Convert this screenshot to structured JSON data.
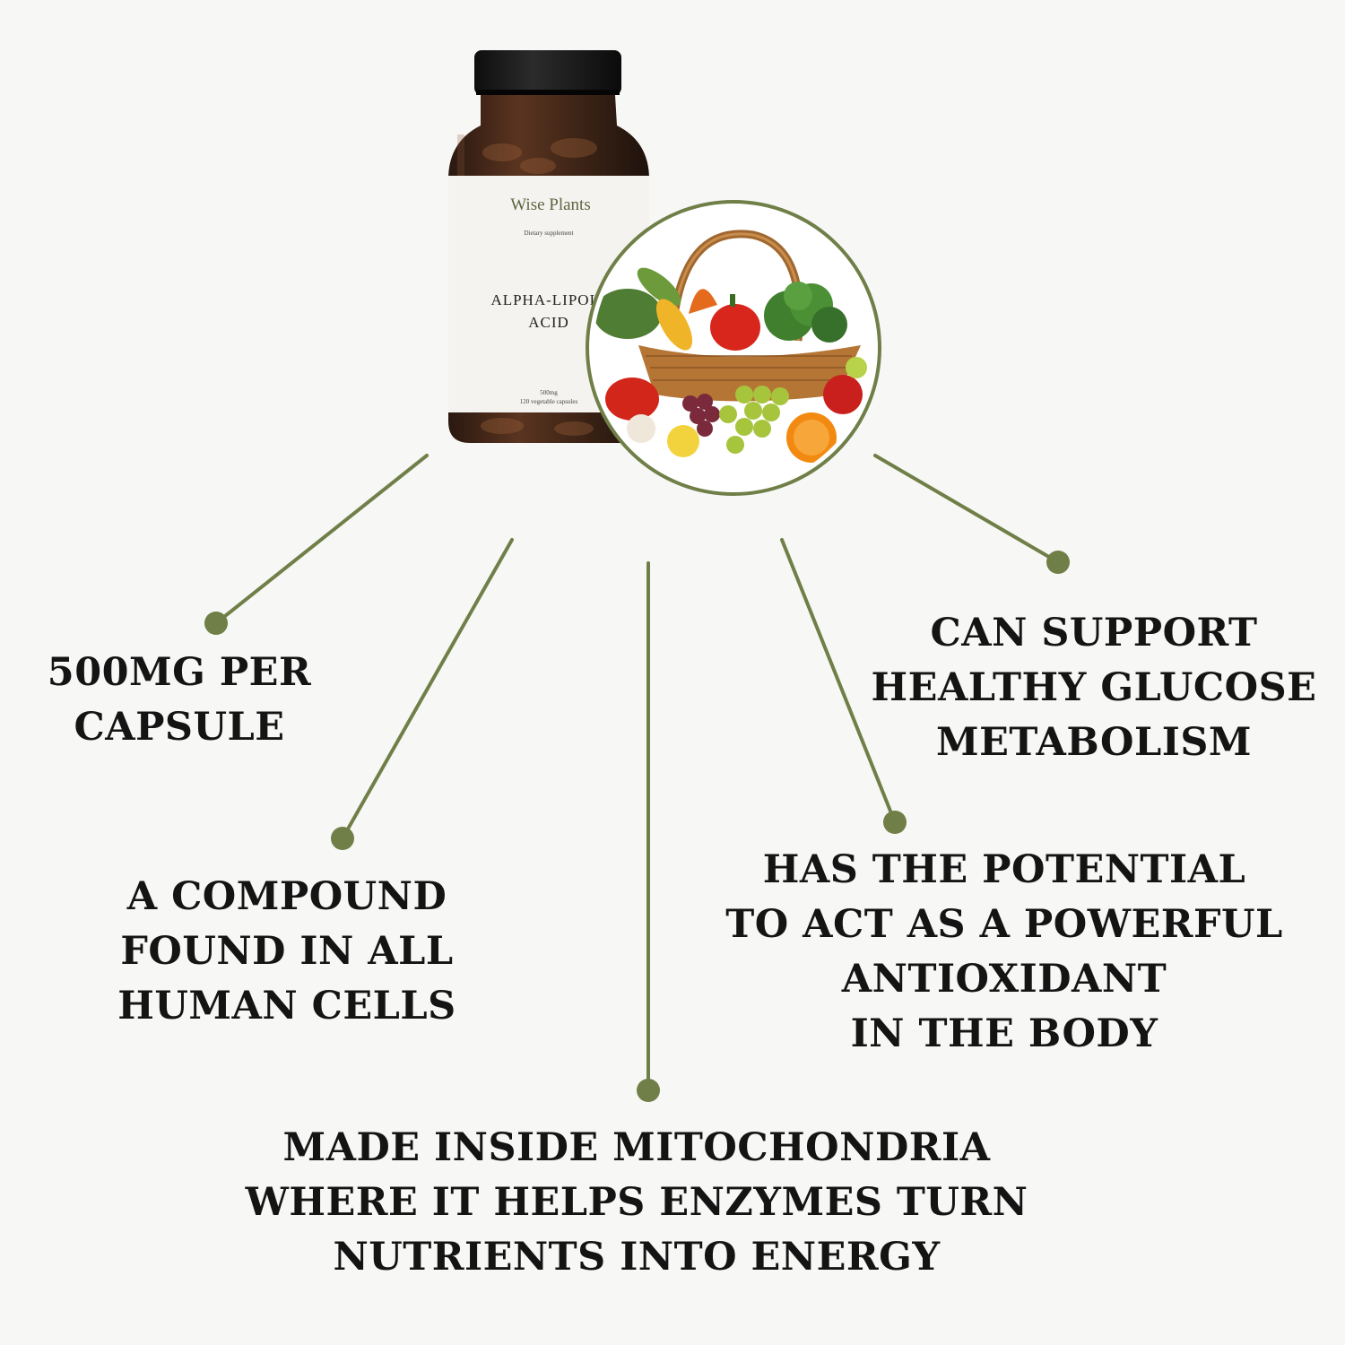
{
  "product": {
    "brand": "Wise Plants",
    "subtitle": "Dietary supplement",
    "name_line1": "ALPHA-LIPOIC",
    "name_line2": "ACID",
    "dose": "500mg",
    "count": "120 vegetable capsules"
  },
  "claims": {
    "dose": [
      "500MG PER",
      "CAPSULE"
    ],
    "compound": [
      "A COMPOUND",
      "FOUND IN ALL",
      "HUMAN CELLS"
    ],
    "mitochondria": [
      "MADE INSIDE MITOCHONDRIA",
      "WHERE IT HELPS ENZYMES TURN",
      "NUTRIENTS INTO ENERGY"
    ],
    "antioxidant": [
      "HAS THE POTENTIAL",
      "TO ACT AS A POWERFUL",
      "ANTIOXIDANT",
      "IN THE BODY"
    ],
    "glucose": [
      "CAN SUPPORT",
      "HEALTHY GLUCOSE",
      "METABOLISM"
    ]
  },
  "colors": {
    "accent": "#6f7f47",
    "text": "#141414",
    "background": "#f7f7f5",
    "bottle_glass": "#3b2418",
    "bottle_cap": "#1a1a1a",
    "label": "#f4f3ef"
  },
  "icons": {
    "basket": "vegetable-basket-image",
    "leaf": "leaf-icon"
  }
}
